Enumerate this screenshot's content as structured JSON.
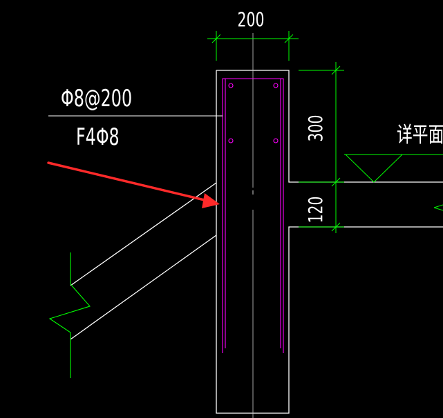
{
  "annotations": {
    "width_dim": "200",
    "height_dim_upper": "300",
    "height_dim_lower": "120",
    "rebar_spec": "Φ8@200",
    "longitudinal_spec": "F4Φ8",
    "section_note": "详平面"
  },
  "colors": {
    "background": "#000000",
    "outline": "#ffffff",
    "dimension": "#00ff00",
    "rebar": "#ff00ff",
    "arrow": "#ff2a2a"
  }
}
